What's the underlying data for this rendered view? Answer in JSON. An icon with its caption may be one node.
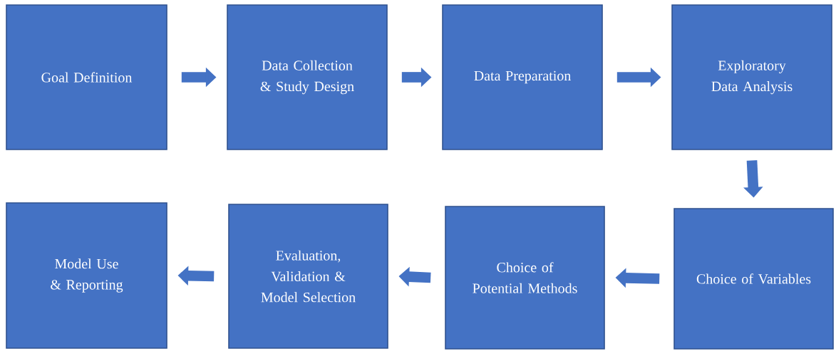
{
  "diagram": {
    "nodes": [
      {
        "text": [
          "Goal Definition"
        ]
      },
      {
        "text": [
          "Data Collection & Study Design"
        ]
      },
      {
        "text": [
          "Data Preparation"
        ]
      },
      {
        "text": [
          "Exploratory Data Analysis"
        ]
      },
      {
        "text": [
          "Choice of Variables"
        ]
      },
      {
        "text": [
          "Choice of Potential Methods"
        ]
      },
      {
        "text": [
          "Evaluation, Validation & Model Selection"
        ]
      },
      {
        "text": [
          "Model Use & Reporting"
        ]
      }
    ],
    "edges": [
      {
        "from": 0,
        "to": 1,
        "arrow": "to"
      },
      {
        "from": 1,
        "to": 2,
        "arrow": "to"
      },
      {
        "from": 2,
        "to": 3,
        "arrow": "to"
      },
      {
        "from": 3,
        "to": 4,
        "arrow": "to"
      },
      {
        "from": 4,
        "to": 5,
        "arrow": "to"
      },
      {
        "from": 5,
        "to": 6,
        "arrow": "to"
      },
      {
        "from": 6,
        "to": 7,
        "arrow": "to"
      }
    ]
  }
}
